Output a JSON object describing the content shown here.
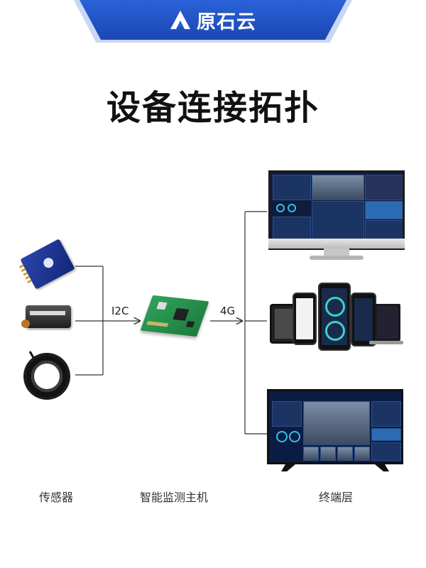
{
  "header": {
    "brand_name": "原石云",
    "brand_color": "#1f4fc4"
  },
  "title": "设备连接拓扑",
  "connections": {
    "left_protocol": "I2C",
    "right_protocol": "4G"
  },
  "columns": {
    "sensors": "传感器",
    "host": "智能监测主机",
    "terminals": "终端层"
  },
  "images": {
    "sensors": [
      "sensor-module-icon",
      "sensor-probe-icon",
      "cable-coil-icon"
    ],
    "host": "pcb-board-icon",
    "terminals": [
      "desktop-monitor-icon",
      "mobile-devices-icon",
      "tv-dashboard-icon"
    ]
  }
}
